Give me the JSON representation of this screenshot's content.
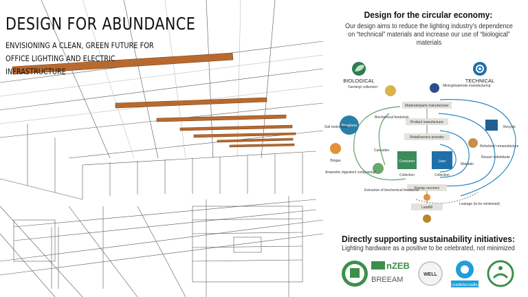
{
  "header": {
    "title": "DESIGN FOR ABUNDANCE",
    "subtitle": "ENVISIONING A CLEAN, GREEN FUTURE FOR OFFICE LIGHTING AND ELECTRIC INFRASTRUCTURE"
  },
  "circular": {
    "heading": "Design for the circular economy:",
    "body": "Our design aims to reduce the lighting industry's dependence on “technical” materials and increase our use of “biological” materials",
    "biological_label": "BIOLOGICAL",
    "technical_label": "TECHNICAL",
    "steps": [
      "Materials/parts manufacturer",
      "Product manufacturer",
      "Retail/service provider",
      "Energy recovery",
      "Landfill"
    ],
    "labels": {
      "farming": "Farming/ collection¹",
      "mining": "Mining/materials manufacturing",
      "biochem": "Biochemical feedstock",
      "soil": "Soil restoration",
      "biosphere": "Biosphere",
      "biogas": "Biogas",
      "anaerobic": "Anaerobic digestion/ composting²",
      "extraction": "Extraction of biochemical feedstock²",
      "cascades": "Cascades",
      "consumer": "Consumer",
      "collection": "Collection",
      "user": "User",
      "maintain": "Maintain",
      "reuse": "Reuse/ redistribute",
      "refurbish": "Refurbish/ remanufacture",
      "recycle": "Recycle",
      "leakage": "Leakage (to be minimised)"
    }
  },
  "sustainability": {
    "heading": "Directly supporting sustainability initiatives:",
    "body": "Lighting hardware as a positive to be celebrated, not minimized",
    "logos": [
      "nZEB",
      "BREEAM",
      "WELL",
      "cradletocradle"
    ]
  },
  "colors": {
    "wood": "#b86a2e",
    "green": "#2e7d4f",
    "blue": "#1f6fa8",
    "teal": "#2aa9c9"
  },
  "icons": {
    "biological": "leaf-icon",
    "technical": "gear-icon"
  }
}
